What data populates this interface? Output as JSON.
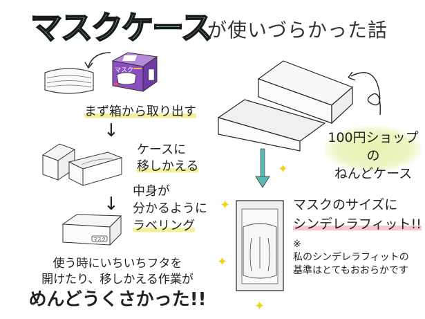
{
  "title": {
    "main": "マスクケース",
    "sub": "が使いづらかった話"
  },
  "steps": [
    {
      "label": "まず箱から取り出す"
    },
    {
      "label_line1": "ケースに",
      "label_line2": "移しかえる"
    },
    {
      "label_line1": "中身が",
      "label_line2": "分かるように",
      "label_line3": "ラベリング"
    }
  ],
  "mask_box": {
    "label": "マスク",
    "color": "#8a4fc1"
  },
  "labeled_case": {
    "tag": "マスク"
  },
  "conclusion": {
    "line1": "使う時にいちいちフタを",
    "line2": "開けたり、移しかえる作業が",
    "line3": "めんどうくさかった!!"
  },
  "new_case": {
    "badge_line1": "100円ショップの",
    "badge_line2": "ねんどケース"
  },
  "fit": {
    "line1": "マスクのサイズに",
    "line2": "シンデレラフィット!!"
  },
  "note": {
    "mark": "※",
    "line1": "私のシンデレラフィットの",
    "line2": "基準はとてもおおらかです"
  },
  "colors": {
    "title_gradient_top": "#8ff0c8",
    "title_gradient_bottom": "#7dd9ef",
    "highlight_yellow": "#f4ef9a",
    "highlight_pink": "#f7c6cf",
    "arrow_teal": "#5bb8b4",
    "sparkle": "#f2d21a"
  }
}
